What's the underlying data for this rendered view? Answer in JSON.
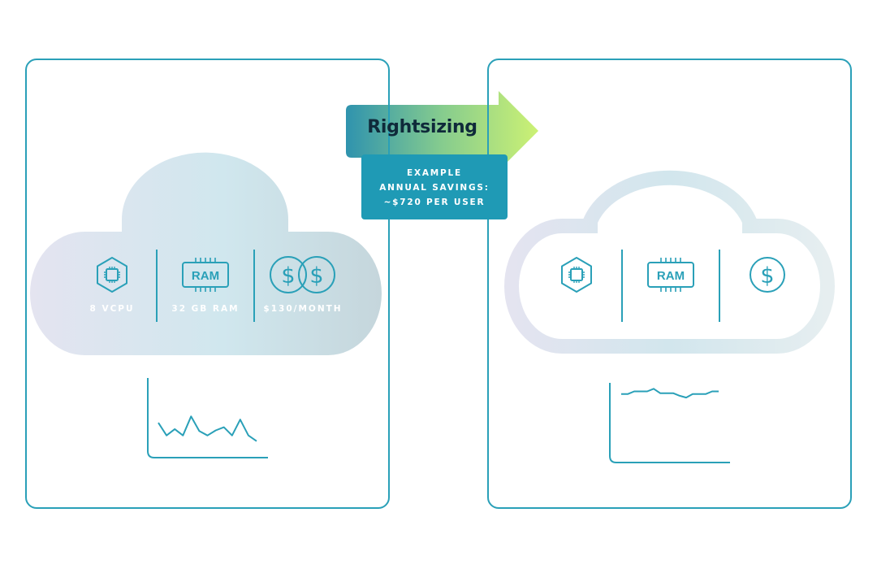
{
  "title": "Rightsizing",
  "savings": {
    "lines": [
      "EXAMPLE",
      "ANNUAL SAVINGS:",
      "~$720 PER USER"
    ]
  },
  "before": {
    "specs": [
      {
        "icon": "cpu-icon",
        "label": "8 VCPU"
      },
      {
        "icon": "ram-icon",
        "label": "32 GB RAM"
      },
      {
        "icon": "double-dollar-icon",
        "label": "$130/MONTH"
      }
    ],
    "utilization_chart": {
      "type": "line",
      "description": "spiky, low utilization",
      "values": [
        0.55,
        0.35,
        0.45,
        0.35,
        0.65,
        0.42,
        0.35,
        0.43,
        0.48,
        0.35,
        0.6,
        0.35,
        0.26
      ]
    }
  },
  "after": {
    "specs": [
      {
        "icon": "cpu-icon",
        "label": ""
      },
      {
        "icon": "ram-icon",
        "label": ""
      },
      {
        "icon": "dollar-icon",
        "label": ""
      }
    ],
    "utilization_chart": {
      "type": "line",
      "description": "steady, high utilization",
      "values": [
        0.78,
        0.78,
        0.81,
        0.81,
        0.81,
        0.84,
        0.79,
        0.79,
        0.79,
        0.76,
        0.74,
        0.78,
        0.78,
        0.78,
        0.81,
        0.81
      ]
    }
  },
  "colors": {
    "accent": "#2aa0b8",
    "savings_box": "#1f9ab5",
    "arrow_start": "#2f93ae",
    "arrow_end": "#c8ef74",
    "title_text": "#0f2a3a",
    "cloud_fill_start": "#e3e3ef",
    "cloud_fill_mid": "#d0e7ee",
    "cloud_fill_end": "#c6d7dd"
  }
}
